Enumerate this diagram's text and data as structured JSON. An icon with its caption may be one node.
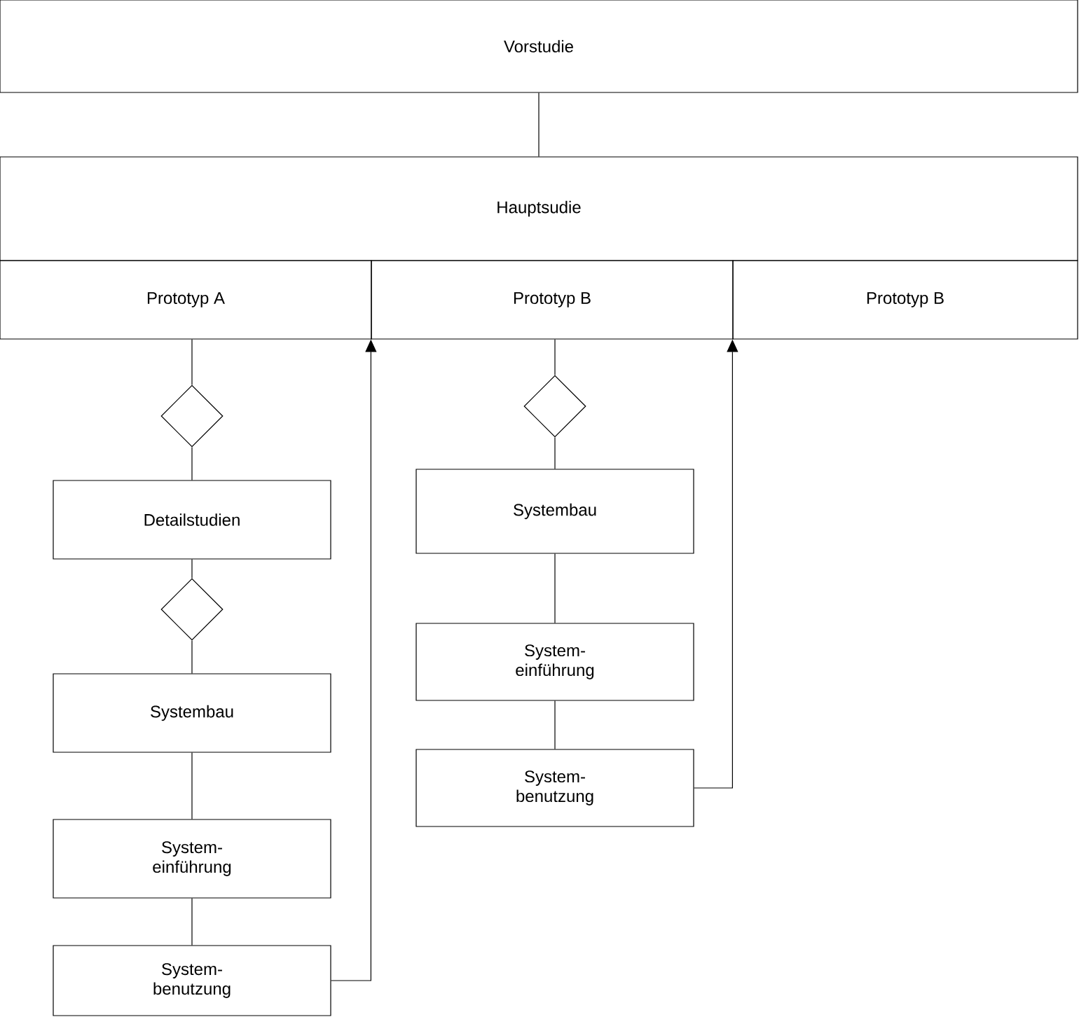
{
  "diagram": {
    "nodes": [
      {
        "text": [
          "Vorstudie"
        ]
      },
      {
        "text": [
          "Hauptsudie"
        ]
      },
      {
        "text": [
          "Prototyp A"
        ]
      },
      {
        "text": [
          "Prototyp B"
        ]
      },
      {
        "text": [
          "Prototyp B"
        ]
      },
      {
        "text": [],
        "shape": "diamond"
      },
      {
        "text": [
          "Detailstudien"
        ]
      },
      {
        "text": [],
        "shape": "diamond"
      },
      {
        "text": [
          "Systembau"
        ]
      },
      {
        "text": [
          "System- einführung"
        ]
      },
      {
        "text": [
          "System- benutzung"
        ]
      },
      {
        "text": [],
        "shape": "diamond"
      },
      {
        "text": [
          "Systembau"
        ]
      },
      {
        "text": [
          "System- einführung"
        ]
      },
      {
        "text": [
          "System- benutzung"
        ]
      }
    ],
    "edges": [
      {
        "from": 0,
        "to": 1,
        "arrow": "none"
      },
      {
        "from": 2,
        "to": 5,
        "arrow": "none"
      },
      {
        "from": 5,
        "to": 6,
        "arrow": "none"
      },
      {
        "from": 6,
        "to": 7,
        "arrow": "none"
      },
      {
        "from": 7,
        "to": 8,
        "arrow": "none"
      },
      {
        "from": 8,
        "to": 9,
        "arrow": "none"
      },
      {
        "from": 9,
        "to": 10,
        "arrow": "none"
      },
      {
        "from": 10,
        "to": 3,
        "arrow": "to"
      },
      {
        "from": 3,
        "to": 11,
        "arrow": "none"
      },
      {
        "from": 11,
        "to": 12,
        "arrow": "none"
      },
      {
        "from": 12,
        "to": 13,
        "arrow": "none"
      },
      {
        "from": 13,
        "to": 14,
        "arrow": "none"
      },
      {
        "from": 14,
        "to": 4,
        "arrow": "to"
      }
    ]
  }
}
